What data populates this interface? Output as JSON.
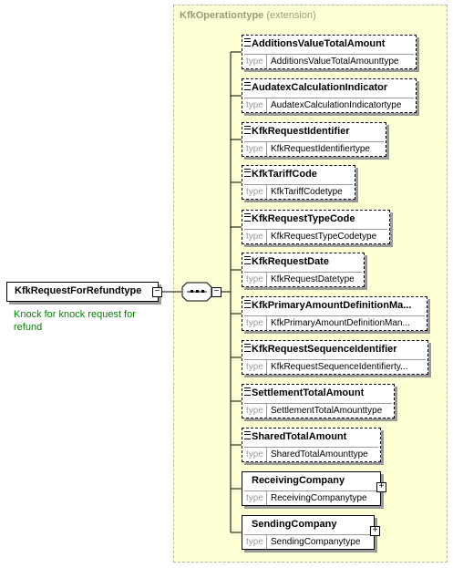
{
  "extension": {
    "name": "KfkOperationtype",
    "kind": "(extension)"
  },
  "root": {
    "name": "KfkRequestForRefundtype",
    "documentation": "Knock for knock request for refund",
    "toggle": "−"
  },
  "sequence": {
    "toggle": "−"
  },
  "type_label": "type",
  "expand_symbol": "+",
  "elements": [
    {
      "name": "AdditionsValueTotalAmount",
      "type": "AdditionsValueTotalAmounttype",
      "optional": true,
      "expandable": false
    },
    {
      "name": "AudatexCalculationIndicator",
      "type": "AudatexCalculationIndicatortype",
      "optional": true,
      "expandable": false
    },
    {
      "name": "KfkRequestIdentifier",
      "type": "KfkRequestIdentifiertype",
      "optional": true,
      "expandable": false
    },
    {
      "name": "KfkTariffCode",
      "type": "KfkTariffCodetype",
      "optional": true,
      "expandable": false
    },
    {
      "name": "KfkRequestTypeCode",
      "type": "KfkRequestTypeCodetype",
      "optional": true,
      "expandable": false
    },
    {
      "name": "KfkRequestDate",
      "type": "KfkRequestDatetype",
      "optional": true,
      "expandable": false
    },
    {
      "name": "KfkPrimaryAmountDefinitionMa...",
      "type": "KfkPrimaryAmountDefinitionMan...",
      "optional": true,
      "expandable": false
    },
    {
      "name": "KfkRequestSequenceIdentifier",
      "type": "KfkRequestSequenceIdentifierty...",
      "optional": true,
      "expandable": false
    },
    {
      "name": "SettlementTotalAmount",
      "type": "SettlementTotalAmounttype",
      "optional": true,
      "expandable": false
    },
    {
      "name": "SharedTotalAmount",
      "type": "SharedTotalAmounttype",
      "optional": true,
      "expandable": false
    },
    {
      "name": "ReceivingCompany",
      "type": "ReceivingCompanytype",
      "optional": false,
      "expandable": true
    },
    {
      "name": "SendingCompany",
      "type": "SendingCompanytype",
      "optional": false,
      "expandable": true
    }
  ]
}
